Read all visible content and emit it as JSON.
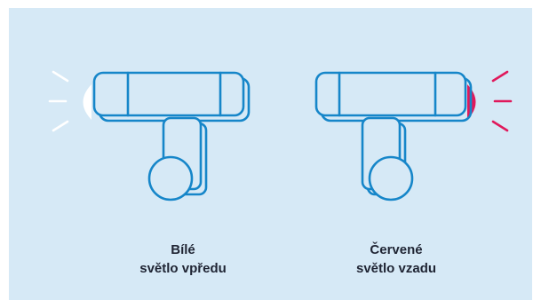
{
  "captions": {
    "front": {
      "line1": "Bílé",
      "line2": "světlo vpředu"
    },
    "rear": {
      "line1": "Červené",
      "line2": "světlo vzadu"
    }
  },
  "colors": {
    "background": "#d6e9f6",
    "outline": "#1686c9",
    "front_light": "#ffffff",
    "rear_light": "#e0195b",
    "text": "#1f2433"
  },
  "icons": {
    "front_lamp": "bike-front-light-icon",
    "rear_lamp": "bike-rear-light-icon"
  }
}
